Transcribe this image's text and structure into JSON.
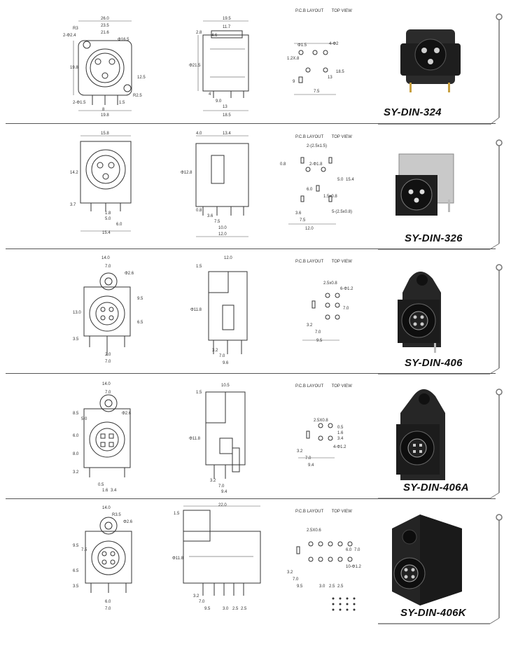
{
  "pcb_label": "P.C.B LAYOUT",
  "view_label": "TOP VIEW",
  "products": [
    {
      "model": "SY-DIN-324",
      "front_dims": [
        "26.0",
        "23.5",
        "21.6",
        "R3",
        "2-Φ2.4",
        "Φ16.5",
        "19.8",
        "12.5",
        "R2.5",
        "2-Φ1.5",
        "8",
        "1.5",
        "19.8"
      ],
      "side_dims": [
        "19.5",
        "11.7",
        "2.8",
        "4.6",
        "Φ21.5",
        "4",
        "9.0",
        "13",
        "18.5"
      ],
      "pcb_dims": [
        "Φ1.5",
        "4-Φ2",
        "1.2X.8",
        "18.5",
        "13",
        "9",
        "7.5"
      ]
    },
    {
      "model": "SY-DIN-326",
      "front_dims": [
        "15.8",
        "14.2",
        "3.7",
        "1.8",
        "5.0",
        "6.0",
        "15.4"
      ],
      "side_dims": [
        "4.0",
        "13.4",
        "Φ12.8",
        "0.8",
        "3.6",
        "7.5",
        "10.0",
        "12.0"
      ],
      "pcb_dims": [
        "2-(2.5x1.5)",
        "2-Φ1.8",
        "0.8",
        "5.0",
        "15.4",
        "6.0",
        "1.5x0.8",
        "5-(2.5x0.8)",
        "3.6",
        "7.5",
        "12.0"
      ]
    },
    {
      "model": "SY-DIN-406",
      "front_dims": [
        "14.0",
        "7.0",
        "Φ2.6",
        "9.5",
        "13.0",
        "6.5",
        "3.5",
        "2.0",
        "7.0"
      ],
      "side_dims": [
        "12.0",
        "1.5",
        "Φ11.8",
        "3.2",
        "7.0",
        "9.6"
      ],
      "pcb_dims": [
        "2.5x0.8",
        "6-Φ1.2",
        "7.0",
        "3.2",
        "7.0",
        "9.5"
      ]
    },
    {
      "model": "SY-DIN-406A",
      "front_dims": [
        "14.0",
        "7.0",
        "Φ2.6",
        "8.5",
        "5.0",
        "6.0",
        "8.0",
        "3.2",
        "0.5",
        "1.6",
        "3.4"
      ],
      "side_dims": [
        "10.5",
        "1.5",
        "Φ11.8",
        "3.2",
        "7.0",
        "9.4"
      ],
      "pcb_dims": [
        "2.5X0.8",
        "0.5",
        "1.6",
        "3.4",
        "4-Φ1.2",
        "3.2",
        "7.0",
        "9.4"
      ]
    },
    {
      "model": "SY-DIN-406K",
      "front_dims": [
        "14.0",
        "R3.5",
        "Φ2.6",
        "9.5",
        "7.5",
        "6.5",
        "3.5",
        "6.0",
        "7.0"
      ],
      "side_dims": [
        "22.0",
        "1.5",
        "Φ11.8",
        "3.2",
        "7.0",
        "9.5",
        "3.0",
        "2.5",
        "2.5"
      ],
      "pcb_dims": [
        "2.5X0.6",
        "6.0",
        "7.0",
        "10-Φ1.2",
        "3.2",
        "7.0",
        "9.5",
        "3.0",
        "2.5",
        "2.5"
      ]
    }
  ]
}
